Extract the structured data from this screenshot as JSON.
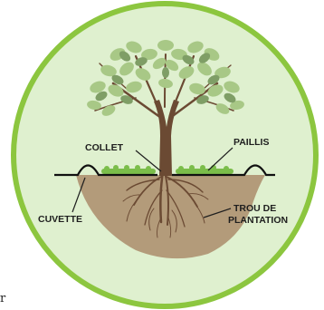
{
  "labels": {
    "collet": "COLLET",
    "paillis": "PAILLIS",
    "cuvette": "CUVETTE",
    "trou_line1": "TROU DE",
    "trou_line2": "PLANTATION"
  },
  "stray_mark": "r",
  "colors": {
    "background_circle": "#dff0cf",
    "circle_border": "#8cc63f",
    "leaf_light": "#a8c886",
    "leaf_dark": "#7f9e66",
    "trunk": "#6b4a33",
    "roots": "#6b4a33",
    "soil": "#b39b7a",
    "mulch": "#7bbd4a",
    "ground_line": "#111111",
    "label_text": "#1e1e1e"
  }
}
